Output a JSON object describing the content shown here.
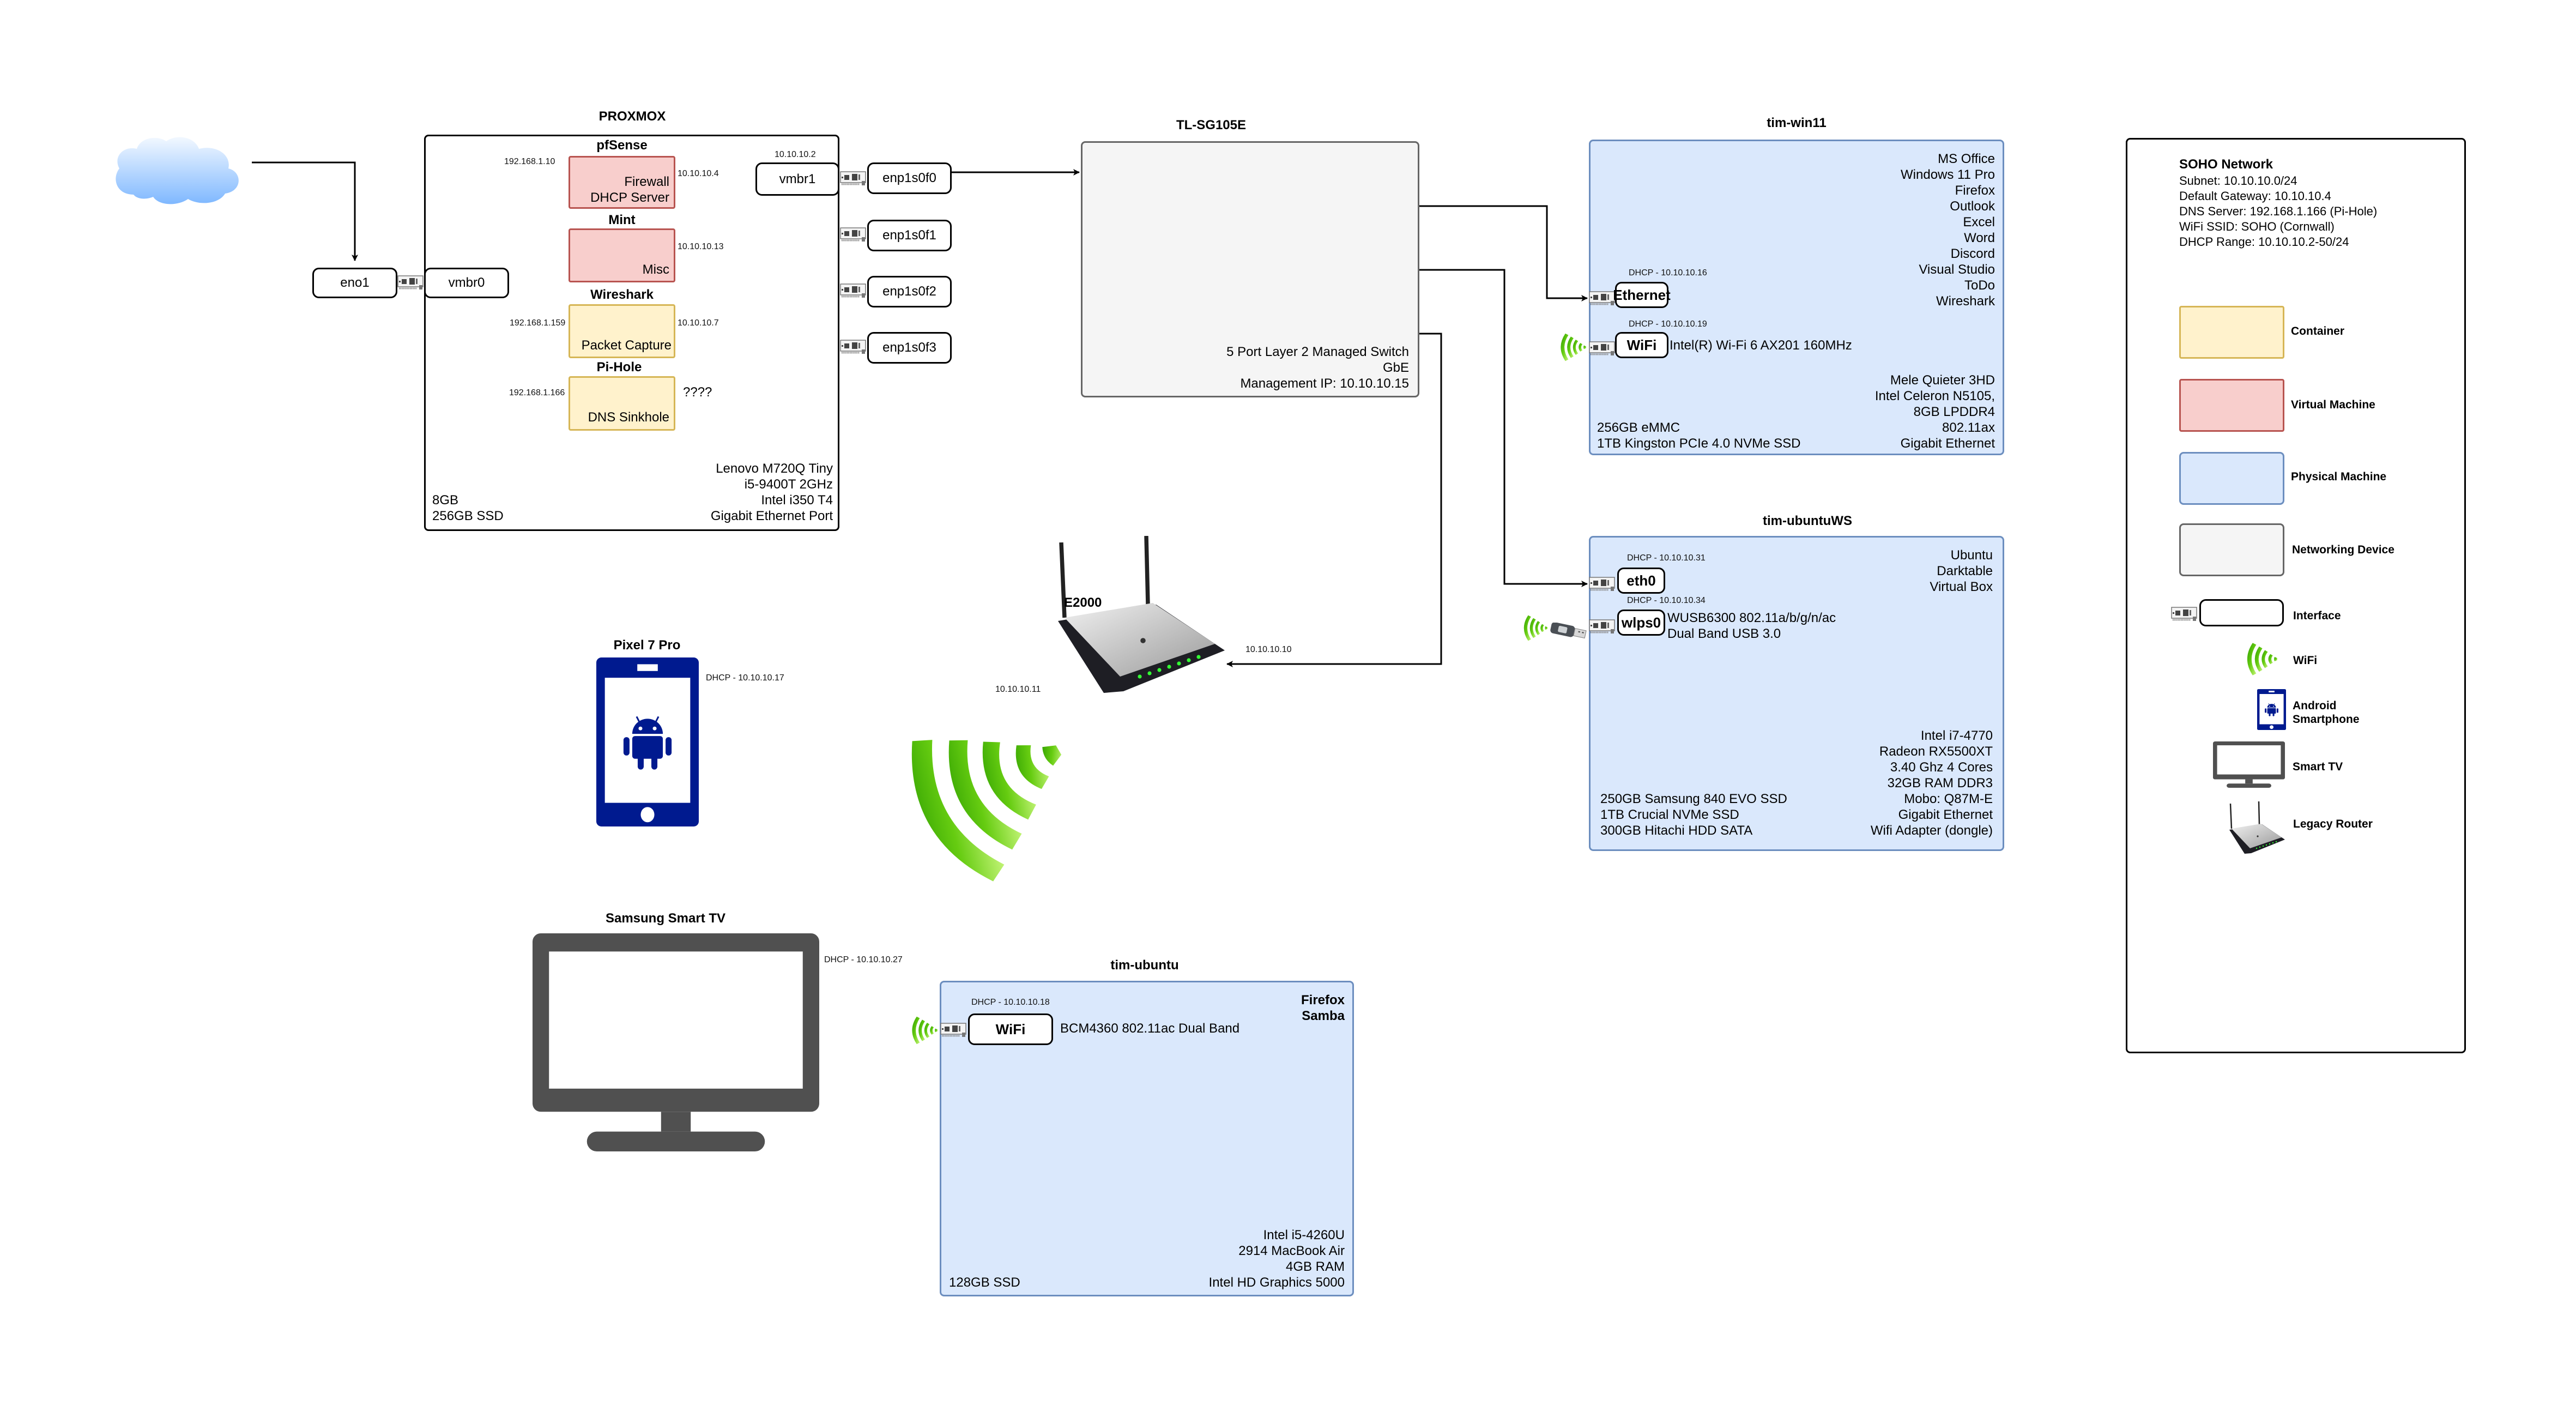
{
  "internet": {
    "icon": "cloud-icon"
  },
  "eno1": {
    "label": "eno1"
  },
  "proxmox": {
    "title": "PROXMOX",
    "vmbr0": "vmbr0",
    "vmbr1": "vmbr1",
    "vmbr1_ip": "10.10.10.2",
    "guests": [
      {
        "name": "pfSense",
        "type": "Virtual Machine",
        "lines": [
          "Firewall",
          "DHCP Server"
        ],
        "wan_ip": "192.168.1.10",
        "lan_ip": "10.10.10.4"
      },
      {
        "name": "Mint",
        "type": "Virtual Machine",
        "lines": [
          "Misc"
        ],
        "lan_ip": "10.10.10.13"
      },
      {
        "name": "Wireshark",
        "type": "Container",
        "lines": [
          "Packet Capture"
        ],
        "wan_ip": "192.168.1.159",
        "lan_ip": "10.10.10.7"
      },
      {
        "name": "Pi-Hole",
        "type": "Container",
        "lines": [
          "DNS Sinkhole"
        ],
        "wan_ip": "192.168.1.166",
        "lan_ip": "????"
      }
    ],
    "specs_left": [
      "8GB",
      "256GB SSD"
    ],
    "specs_right": [
      "Lenovo M720Q Tiny",
      "i5-9400T 2GHz",
      "Intel i350 T4",
      "Gigabit Ethernet Port"
    ],
    "nics": [
      "enp1s0f0",
      "enp1s0f1",
      "enp1s0f2",
      "enp1s0f3"
    ]
  },
  "switch": {
    "title": "TL-SG105E",
    "lines": [
      "5 Port Layer 2 Managed Switch",
      "GbE",
      "Management IP: 10.10.10.15"
    ]
  },
  "router": {
    "title": "E2000",
    "wan_ip": "10.10.10.10",
    "lan_ip": "10.10.10.11"
  },
  "phone": {
    "title": "Pixel 7 Pro",
    "ip": "DHCP - 10.10.10.17"
  },
  "tv": {
    "title": "Samsung Smart TV",
    "ip": "DHCP - 10.10.10.27"
  },
  "win11": {
    "title": "tim-win11",
    "apps": [
      "MS Office",
      "Windows 11 Pro",
      "Firefox",
      "Outlook",
      "Excel",
      "Word",
      "Discord",
      "Visual Studio",
      "ToDo",
      "Wireshark"
    ],
    "ifaces": [
      {
        "name": "Ethernet",
        "ip": "DHCP - 10.10.10.16",
        "desc": ""
      },
      {
        "name": "WiFi",
        "ip": "DHCP - 10.10.10.19",
        "desc": "Intel(R) Wi-Fi 6 AX201 160MHz"
      }
    ],
    "specs_left": [
      "256GB eMMC",
      "1TB Kingston PCIe 4.0 NVMe SSD"
    ],
    "specs_right": [
      "Mele Quieter 3HD",
      "Intel Celeron N5105,",
      "8GB LPDDR4",
      "802.11ax",
      "Gigabit Ethernet"
    ]
  },
  "ubuntuws": {
    "title": "tim-ubuntuWS",
    "apps": [
      "Ubuntu",
      "Darktable",
      "Virtual Box"
    ],
    "ifaces": [
      {
        "name": "eth0",
        "ip": "DHCP - 10.10.10.31",
        "desc": ""
      },
      {
        "name": "wlps0",
        "ip": "DHCP - 10.10.10.34",
        "desc_lines": [
          "WUSB6300 802.11a/b/g/n/ac",
          "Dual Band USB 3.0"
        ]
      }
    ],
    "specs_left": [
      "250GB Samsung 840 EVO SSD",
      "1TB Crucial NVMe SSD",
      "300GB Hitachi HDD SATA"
    ],
    "specs_right": [
      "Intel i7-4770",
      "Radeon RX5500XT",
      "3.40 Ghz 4 Cores",
      "32GB RAM DDR3",
      "Mobo: Q87M-E",
      "Gigabit Ethernet",
      "Wifi Adapter (dongle)"
    ]
  },
  "ubuntu": {
    "title": "tim-ubuntu",
    "apps": [
      "Firefox",
      "Samba"
    ],
    "iface": {
      "name": "WiFi",
      "ip": "DHCP - 10.10.10.18",
      "desc": "BCM4360 802.11ac Dual Band"
    },
    "specs_left": [
      "128GB SSD"
    ],
    "specs_right": [
      "Intel i5-4260U",
      "2914 MacBook Air",
      "4GB RAM",
      "Intel HD Graphics 5000"
    ]
  },
  "legend": {
    "network_title": "SOHO Network",
    "network_lines": [
      "Subnet: 10.10.10.0/24",
      "Default Gateway: 10.10.10.4",
      "DNS Server: 192.168.1.166 (Pi-Hole)",
      "WiFi SSID: SOHO (Cornwall)",
      "DHCP Range: 10.10.10.2-50/24"
    ],
    "items": [
      {
        "label": "Container",
        "fill": "#fff2cc",
        "stroke": "#d6b656"
      },
      {
        "label": "Virtual Machine",
        "fill": "#f8cecc",
        "stroke": "#b85450"
      },
      {
        "label": "Physical Machine",
        "fill": "#dae8fc",
        "stroke": "#6c8ebf"
      },
      {
        "label": "Networking Device",
        "fill": "#f5f5f5",
        "stroke": "#666666"
      },
      {
        "label": "Interface"
      },
      {
        "label": "WiFi"
      },
      {
        "label": "Android Smartphone"
      },
      {
        "label": "Smart TV"
      },
      {
        "label": "Legacy Router"
      }
    ]
  },
  "colors": {
    "container_fill": "#fff2cc",
    "vm_fill": "#f8cecc",
    "physical_fill": "#dae8fc",
    "network_fill": "#f5f5f5",
    "android_blue": "#001a8f",
    "wifi_green": "#66cc00",
    "tv_gray": "#505050"
  }
}
